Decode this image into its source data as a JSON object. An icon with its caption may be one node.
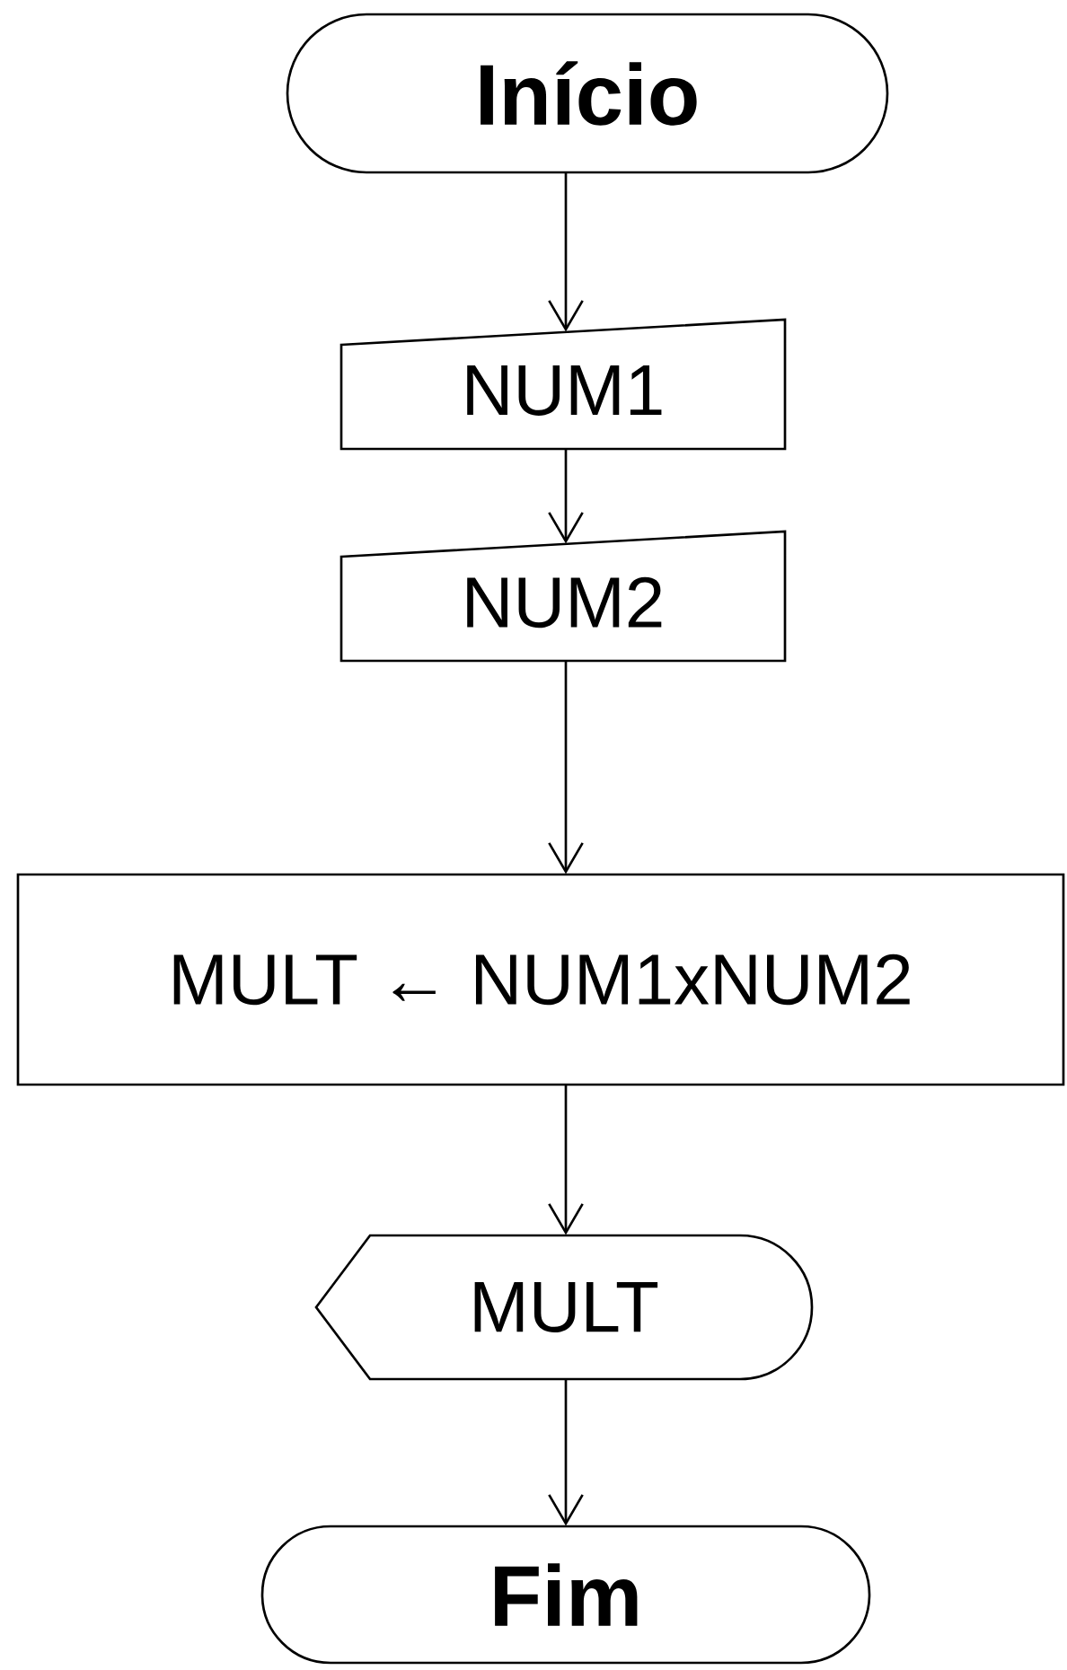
{
  "diagram": {
    "nodes": [
      {
        "text": [
          "Início"
        ]
      },
      {
        "text": [
          "NUM1"
        ]
      },
      {
        "text": [
          "NUM2"
        ]
      },
      {
        "text": [
          "MULT ← NUM1xNUM2"
        ]
      },
      {
        "text": [
          "MULT"
        ]
      },
      {
        "text": [
          "Fim"
        ]
      }
    ],
    "edges": [
      {
        "from": 0,
        "to": 1,
        "arrow": "to"
      },
      {
        "from": 1,
        "to": 2,
        "arrow": "to"
      },
      {
        "from": 2,
        "to": 3,
        "arrow": "to"
      },
      {
        "from": 3,
        "to": 4,
        "arrow": "to"
      },
      {
        "from": 4,
        "to": 5,
        "arrow": "to"
      }
    ]
  }
}
